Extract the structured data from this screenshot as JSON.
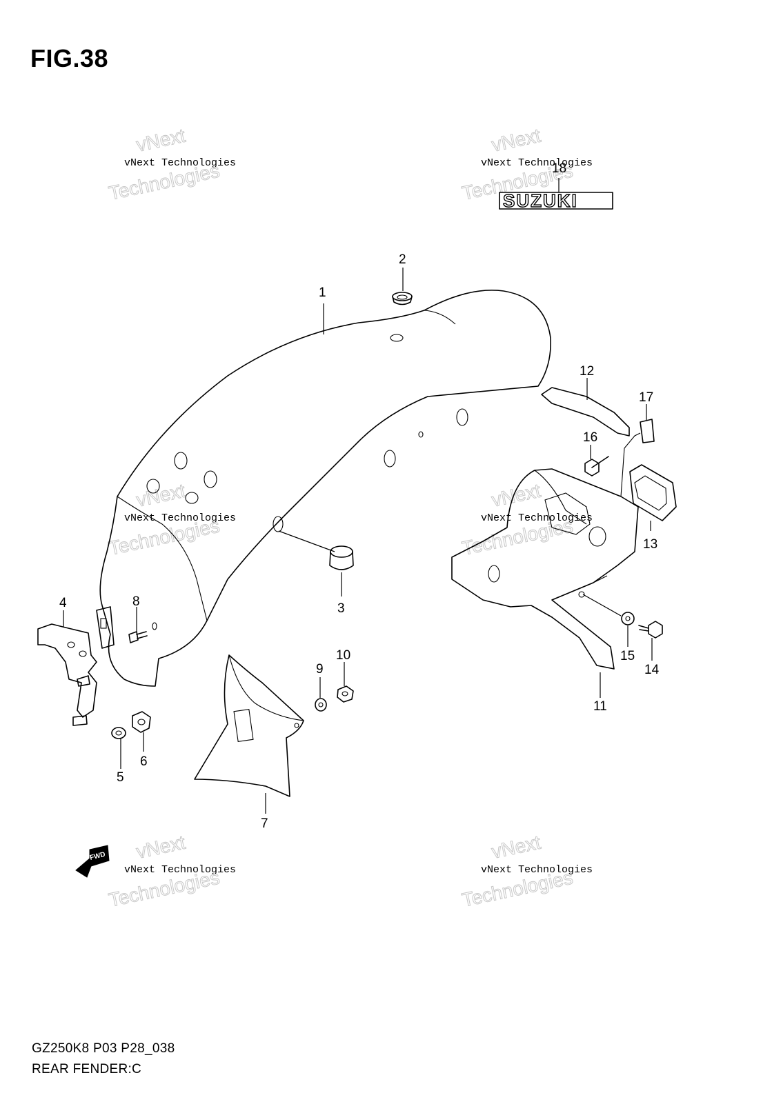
{
  "figure": {
    "title": "FIG.38",
    "model_code": "GZ250K8 P03 P28_038",
    "section_name": "REAR FENDER:C"
  },
  "brand_emblem": {
    "text": "SUZUKI"
  },
  "direction_arrow": {
    "text": "FWD"
  },
  "watermark": {
    "line1": "vNext",
    "line2": "vNext Technologies",
    "line3": "Technologies"
  },
  "callouts": [
    "1",
    "2",
    "3",
    "4",
    "5",
    "6",
    "7",
    "8",
    "9",
    "10",
    "11",
    "12",
    "13",
    "14",
    "15",
    "16",
    "17",
    "18"
  ]
}
